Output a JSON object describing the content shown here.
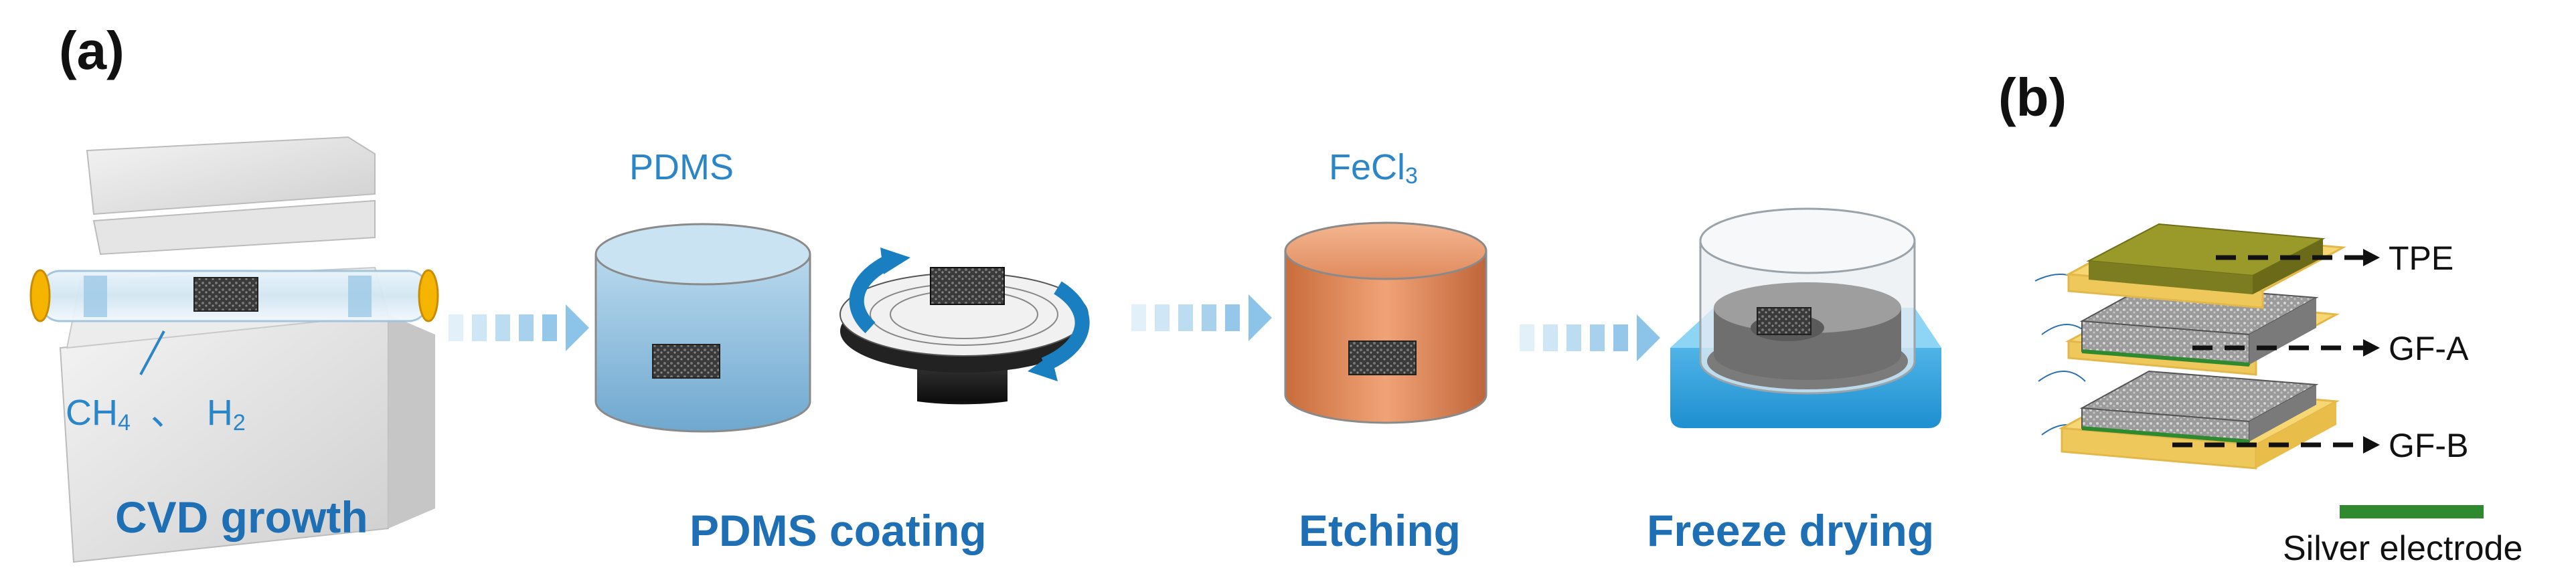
{
  "panels": {
    "a": "(a)",
    "b": "(b)"
  },
  "steps": [
    {
      "label": "CVD growth"
    },
    {
      "label": "PDMS coating"
    },
    {
      "label": "Etching"
    },
    {
      "label": "Freeze drying"
    }
  ],
  "reagents": {
    "gas_ch4_base": "CH",
    "gas_ch4_sub": "4",
    "gas_sep": "、",
    "gas_h2_base": "H",
    "gas_h2_sub": "2",
    "pdms": "PDMS",
    "fecl_base": "FeCl",
    "fecl_sub": "3"
  },
  "layers": [
    {
      "label": "TPE"
    },
    {
      "label": "GF-A"
    },
    {
      "label": "GF-B"
    }
  ],
  "legend": {
    "electrode_label": "Silver electrode",
    "electrode_color": "#2f8a2f"
  },
  "colors": {
    "step_text": "#1f6fb5",
    "chem_text": "#2a86c8",
    "pdms_liquid": "#a9cde6",
    "fecl3_liquid": "#d9875a",
    "arrow_blue": "#1a7fc1",
    "tpe_top": "#9a9a2a",
    "yellow_frame": "#f2c94c"
  }
}
